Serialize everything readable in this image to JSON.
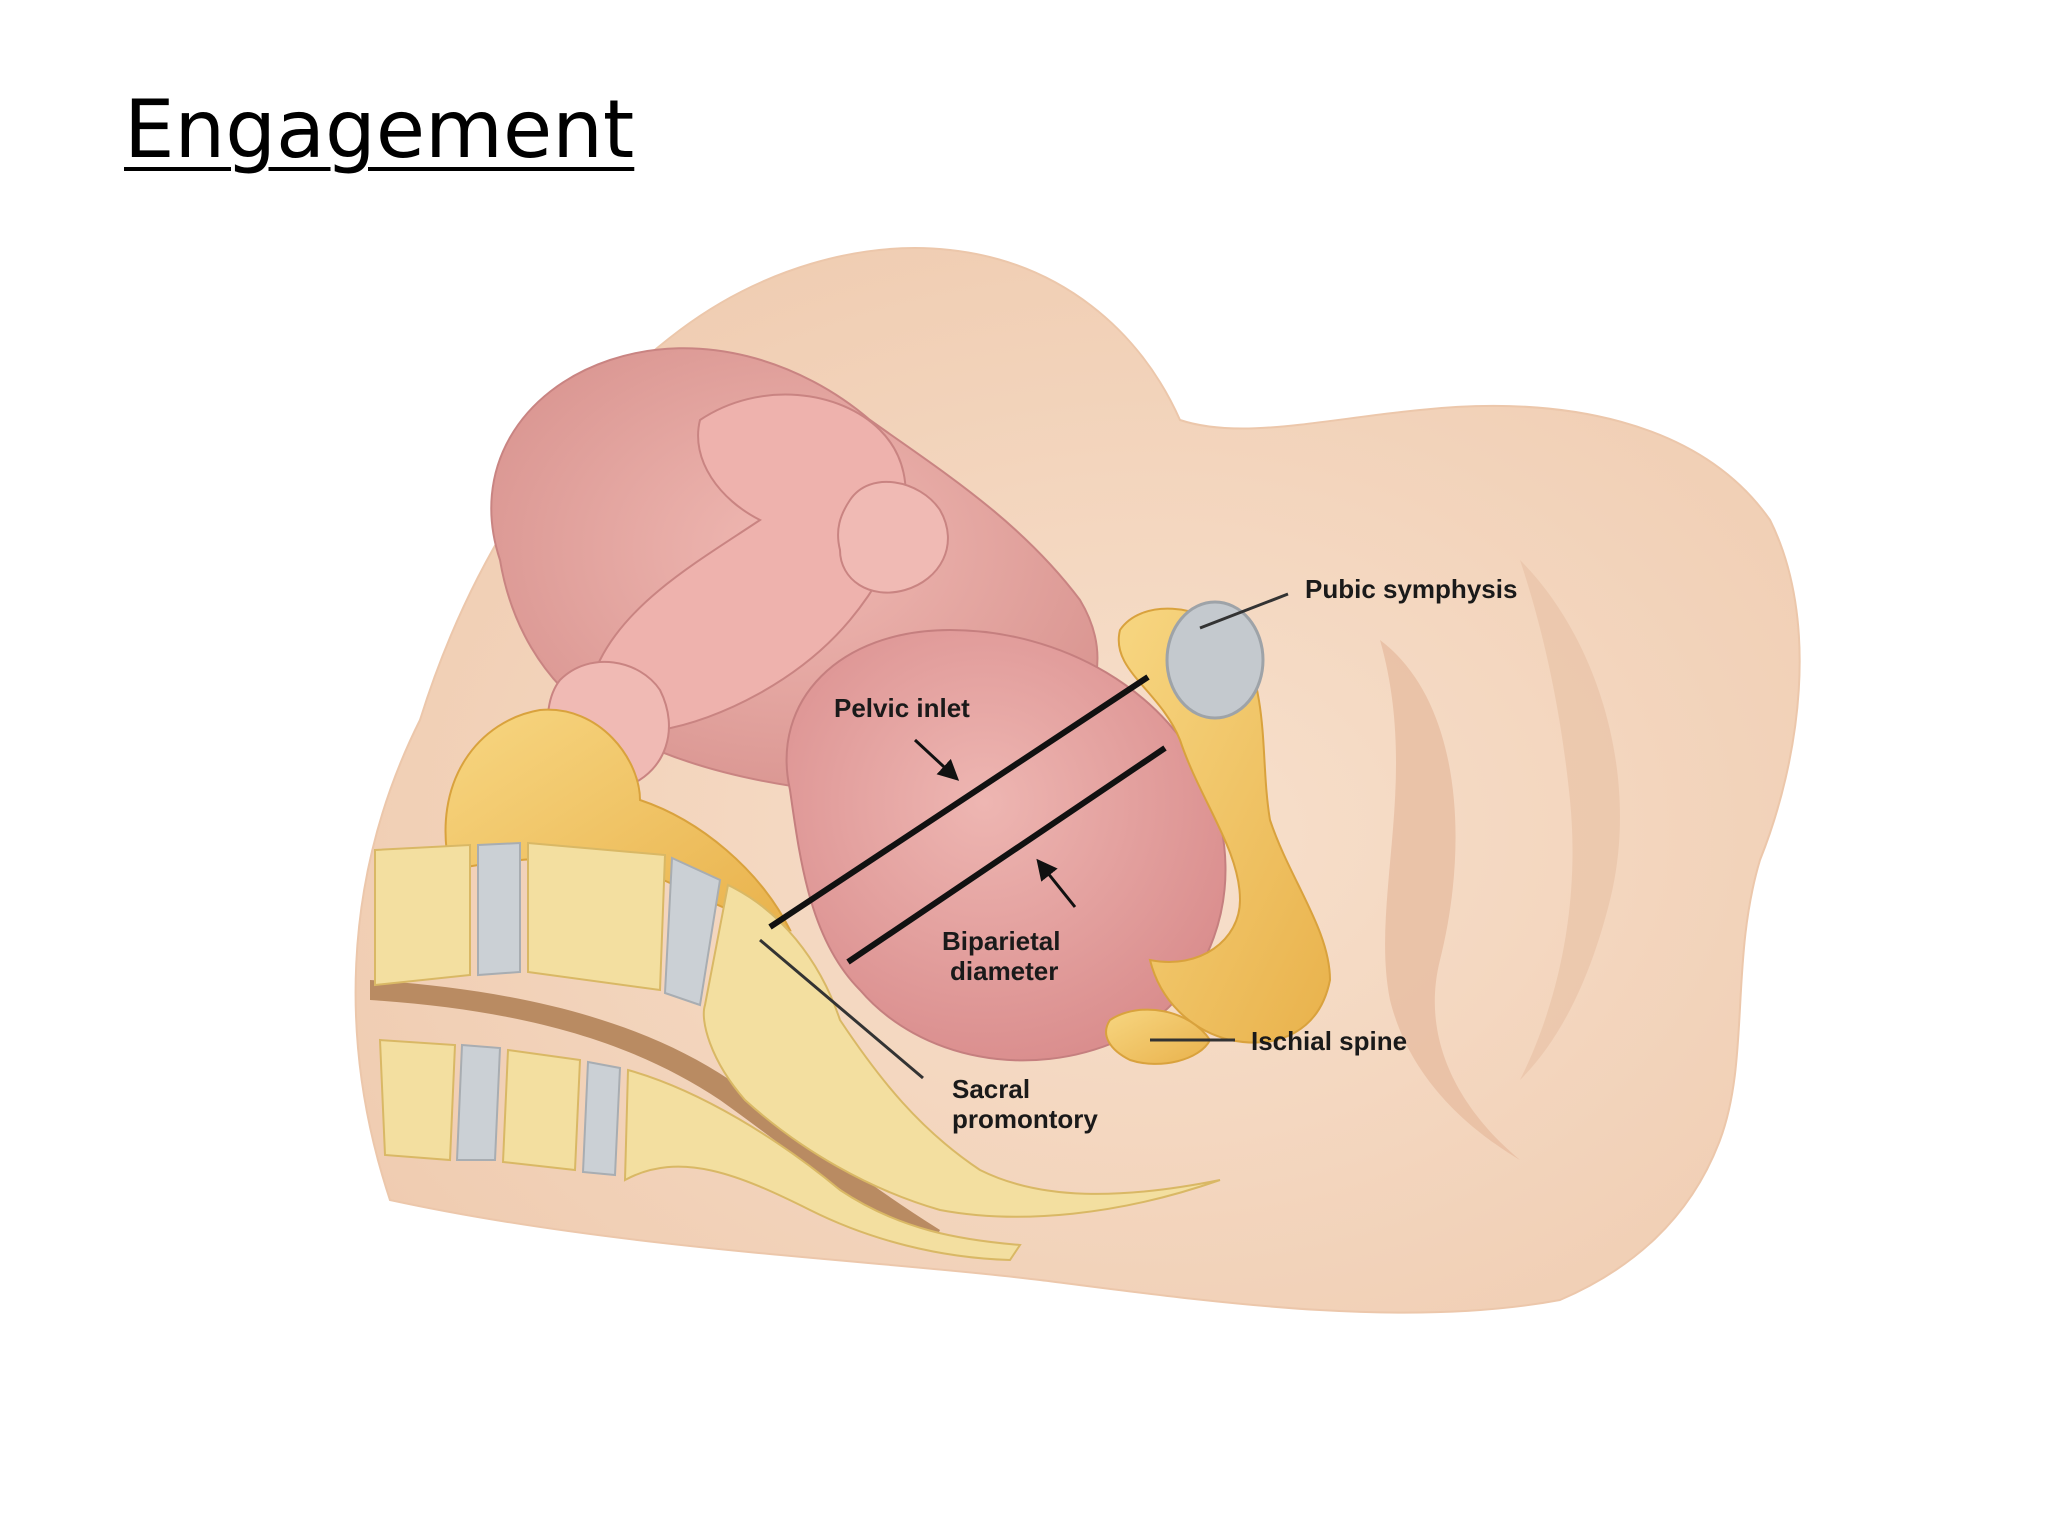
{
  "slide": {
    "title": "Engagement"
  },
  "diagram": {
    "labels": {
      "pubic_symphysis": "Pubic symphysis",
      "pelvic_inlet": "Pelvic inlet",
      "biparietal_line1": "Biparietal",
      "biparietal_line2": "diameter",
      "ischial_spine": "Ischial spine",
      "sacral_line1": "Sacral",
      "sacral_line2": "promontory"
    },
    "colors": {
      "skin": "#f4d6bf",
      "skin_dark": "#e8bfa3",
      "fetus": "#e9a8a5",
      "fetus_shadow": "#d98b8b",
      "bone": "#f2c66a",
      "bone_light": "#f7e3a8",
      "vertebra": "#f5e3a6",
      "disc": "#c9ced3",
      "symphysis": "#bfc4c9",
      "spinal_canal": "#b7845a",
      "line": "#111111"
    }
  }
}
